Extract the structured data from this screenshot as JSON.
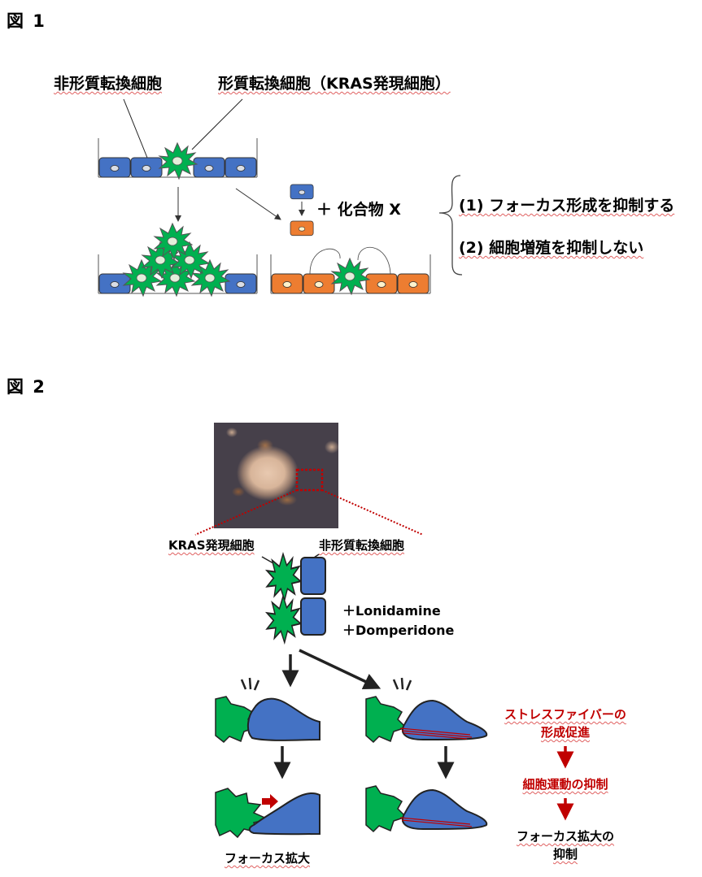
{
  "figure1": {
    "title": "図 1",
    "label_non_transformed": "非形質転換細胞",
    "label_transformed": "形質転換細胞（KRAS発現細胞）",
    "compound_label": "＋ 化合物 X",
    "conditions": [
      "(1) フォーカス形成を抑制する",
      "(2) 細胞増殖を抑制しない"
    ]
  },
  "figure2": {
    "title": "図 2",
    "label_kras_cell": "KRAS発現細胞",
    "label_non_transformed": "非形質転換細胞",
    "drugs": [
      "＋Lonidamine",
      "＋Domperidone"
    ],
    "left_outcome": "フォーカス拡大",
    "mechanism": {
      "step1_line1": "ストレスファイバーの",
      "step1_line2": "形成促進",
      "step2": "細胞運動の抑制",
      "step3_line1": "フォーカス拡大の",
      "step3_line2": "抑制"
    }
  },
  "colors": {
    "normal_cell": "#4472c4",
    "treated_cell": "#ed7d31",
    "transformed_cell": "#00b050",
    "emphasis_red": "#c00000"
  }
}
